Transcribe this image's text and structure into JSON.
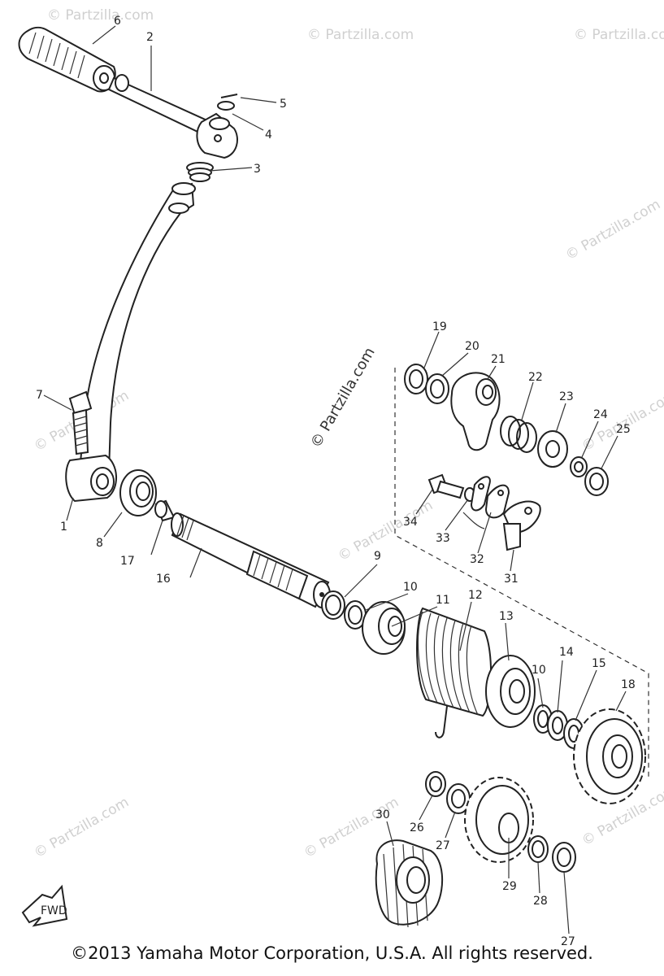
{
  "watermarks": [
    {
      "text": "© Partzilla.com"
    },
    {
      "text": "© Partzilla.com"
    },
    {
      "text": "© Partzilla.com"
    },
    {
      "text": "© Partzilla.com"
    },
    {
      "text": "© Partzilla.com"
    },
    {
      "text": "© Partzilla.com"
    },
    {
      "text": "© Partzilla.com"
    },
    {
      "text": "© Partzilla.com"
    },
    {
      "text": "© Partzilla.com"
    },
    {
      "text": "© Partzilla.com"
    }
  ],
  "center_watermark": "© Partzilla.com",
  "callouts": {
    "c1": "1",
    "c2": "2",
    "c3": "3",
    "c4": "4",
    "c5": "5",
    "c6": "6",
    "c7": "7",
    "c8": "8",
    "c9": "9",
    "c10a": "10",
    "c10b": "10",
    "c11": "11",
    "c12": "12",
    "c13": "13",
    "c14": "14",
    "c15": "15",
    "c16": "16",
    "c17": "17",
    "c18": "18",
    "c19": "19",
    "c20": "20",
    "c21": "21",
    "c22": "22",
    "c23": "23",
    "c24": "24",
    "c25": "25",
    "c26": "26",
    "c27a": "27",
    "c27b": "27",
    "c28": "28",
    "c29": "29",
    "c30": "30",
    "c31": "31",
    "c32": "32",
    "c33": "33",
    "c34": "34"
  },
  "fwd_label": "FWD",
  "copyright": "©2013 Yamaha Motor Corporation, U.S.A. All rights reserved."
}
